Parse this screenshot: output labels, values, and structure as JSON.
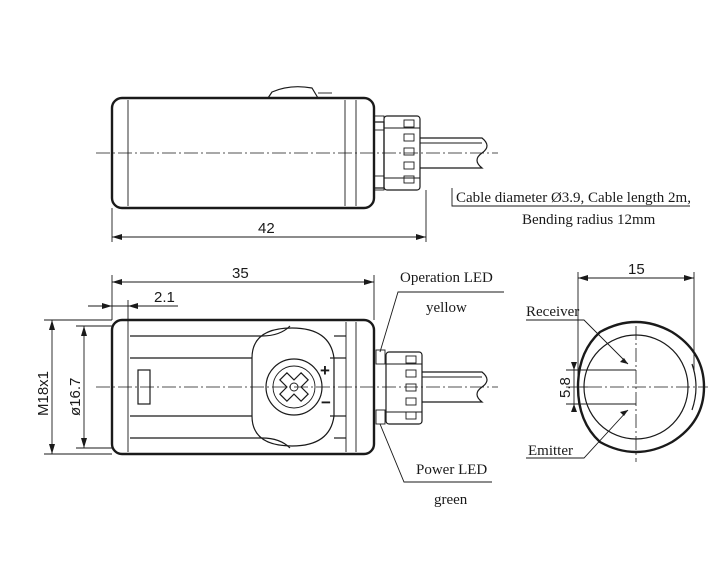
{
  "dimensions": {
    "side_length": "42",
    "top_length": "35",
    "offset": "2.1",
    "thread": "M18x1",
    "diameter": "ø16.7",
    "end_width": "15",
    "lens_spacing": "5.8"
  },
  "labels": {
    "cable_line1": "Cable diameter Ø3.9, Cable length 2m,",
    "cable_line2": "Bending radius 12mm",
    "operation_led": "Operation LED",
    "operation_led_color": "yellow",
    "power_led": "Power LED",
    "power_led_color": "green",
    "receiver": "Receiver",
    "emitter": "Emitter"
  },
  "symbols": {
    "plus": "+",
    "minus": "−"
  }
}
